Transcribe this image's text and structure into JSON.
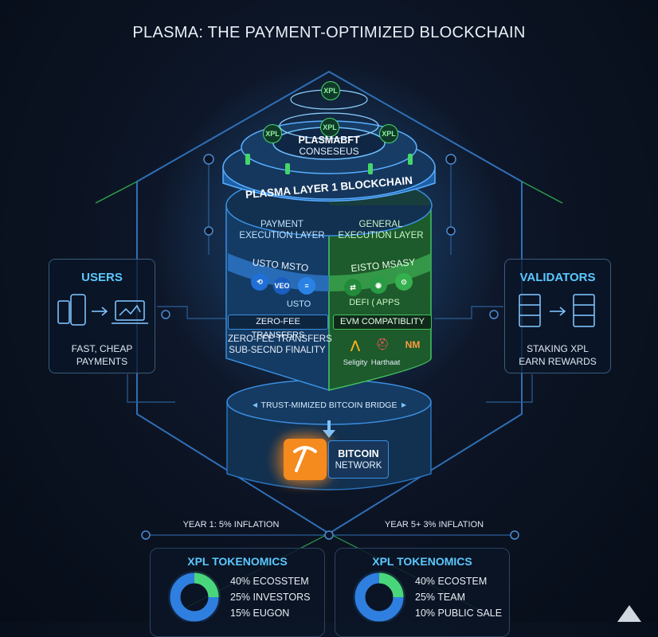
{
  "title": "PLASMA: THE PAYMENT-OPTIMIZED BLOCKCHAIN",
  "consensus": {
    "top_badge": "XPL",
    "side_badges": [
      "XPL",
      "XPL",
      "XPL"
    ],
    "label_line1": "PLASMABFT",
    "label_line2": "CONSESEUS"
  },
  "layer1_label": "PLASMA LAYER 1 BLOCKCHAIN",
  "payment": {
    "title_line1": "PAYMENT",
    "title_line2": "EXECUTION LAYER",
    "ribbon": "USTO MSTO",
    "coin_labels": [
      "",
      "VEO",
      ""
    ],
    "bottom_label": "USTO",
    "feature_bar": "ZERO-FEE TRANSFERS",
    "feature_line1": "ZERO-FEE TRANSFERS",
    "feature_line2": "SUB-SECND FINALITY"
  },
  "general": {
    "title_line1": "GENERAL",
    "title_line2": "EXECUTION LAYER",
    "ribbon": "EISTO MSASY",
    "bottom_label": "DEFI ( APPS",
    "feature_bar": "EVM COMPATIBLITY",
    "tools": [
      "Seligity",
      "Harthaat"
    ]
  },
  "users": {
    "title": "USERS",
    "caption_line1": "FAST, CHEAP",
    "caption_line2": "PAYMENTS"
  },
  "validators": {
    "title": "VALIDATORS",
    "caption_line1": "STAKING XPL",
    "caption_line2": "EARN REWARDS"
  },
  "bridge_label": "TRUST-MIMIZED BITCOIN BRIDGE",
  "bitcoin": {
    "line1": "BITCOIN",
    "line2": "NETWORK"
  },
  "inflation": {
    "left": "YEAR 1: 5% INFLATION",
    "right": "YEAR 5+ 3% INFLATION"
  },
  "tokenomics_left": {
    "title": "XPL TOKENOMICS",
    "lines": [
      "40% ECOSSTEM",
      "25% INVESTORS",
      "15% EUGON"
    ]
  },
  "tokenomics_right": {
    "title": "XPL TOKENOMICS",
    "lines": [
      "40% ECOSTEM",
      "25% TEAM",
      "10% PUBLIC SALE"
    ]
  },
  "colors": {
    "blue_accent": "#39a8ff",
    "green_accent": "#4bd96a",
    "bitcoin_orange": "#f7931a",
    "line_blue": "#2e6fb0"
  }
}
